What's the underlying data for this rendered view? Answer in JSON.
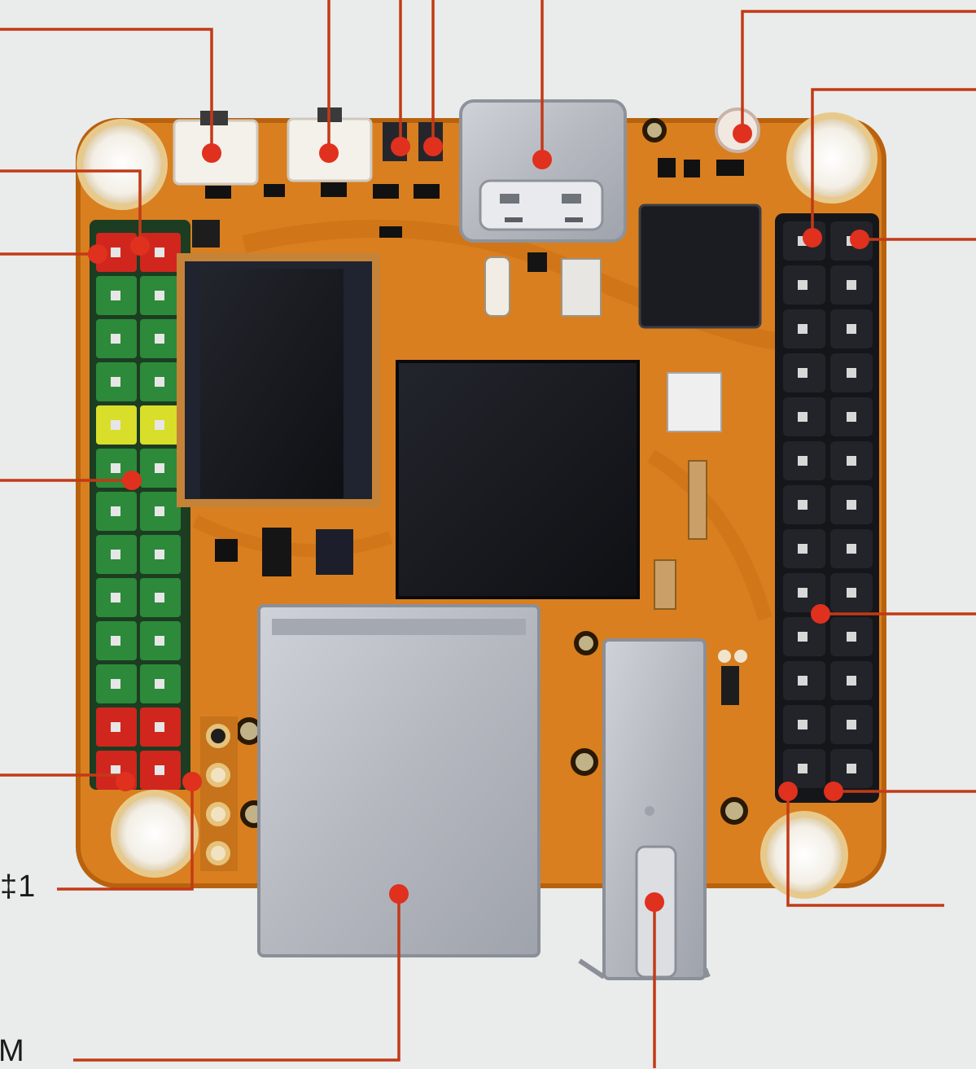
{
  "edge_labels": {
    "left_mid": "‡1",
    "left_bottom": "M"
  },
  "colors": {
    "background": "#e9ecea",
    "pcb": "#d97f1f",
    "pcb_shadow": "#b8620f",
    "callout": "#c23a17",
    "dot": "#e0301e",
    "chip": "#16181d",
    "metal": "#b9bcc3",
    "header_black": "#15161a",
    "header_green": "#2c8a3a",
    "header_red": "#d0261e",
    "header_yellow": "#d8de2a"
  },
  "diagram": {
    "subject": "single-board-computer-top-view",
    "left_header_pin_colors": [
      "red",
      "green",
      "green",
      "green",
      "yellow",
      "green",
      "green",
      "green",
      "green",
      "green",
      "green",
      "red",
      "red"
    ],
    "right_header_rows": 13
  }
}
